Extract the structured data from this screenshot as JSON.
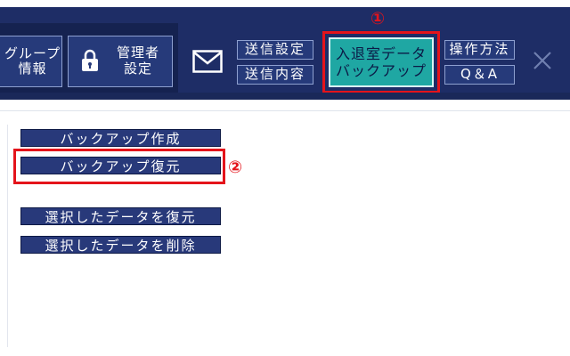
{
  "header": {
    "group_info_label": "グループ\n情報",
    "admin_settings_label": "管理者\n設定",
    "send_settings_label": "送信設定",
    "send_content_label": "送信内容",
    "backup_tile_line1": "入退室データ",
    "backup_tile_line2": "バックアップ",
    "operation_method_label": "操作方法",
    "qa_label": "Q＆A",
    "marker_1": "①"
  },
  "actions": {
    "create_backup": "バックアップ作成",
    "restore_backup": "バックアップ復元",
    "restore_selected": "選択したデータを復元",
    "delete_selected": "選択したデータを削除",
    "marker_2": "②"
  },
  "colors": {
    "navbar": "#1e2d66",
    "button_fill": "#263a7a",
    "backup_tile": "#1fa7a3",
    "highlight": "#e4141b"
  },
  "icons": [
    "lock-icon",
    "mail-icon",
    "close-icon"
  ]
}
